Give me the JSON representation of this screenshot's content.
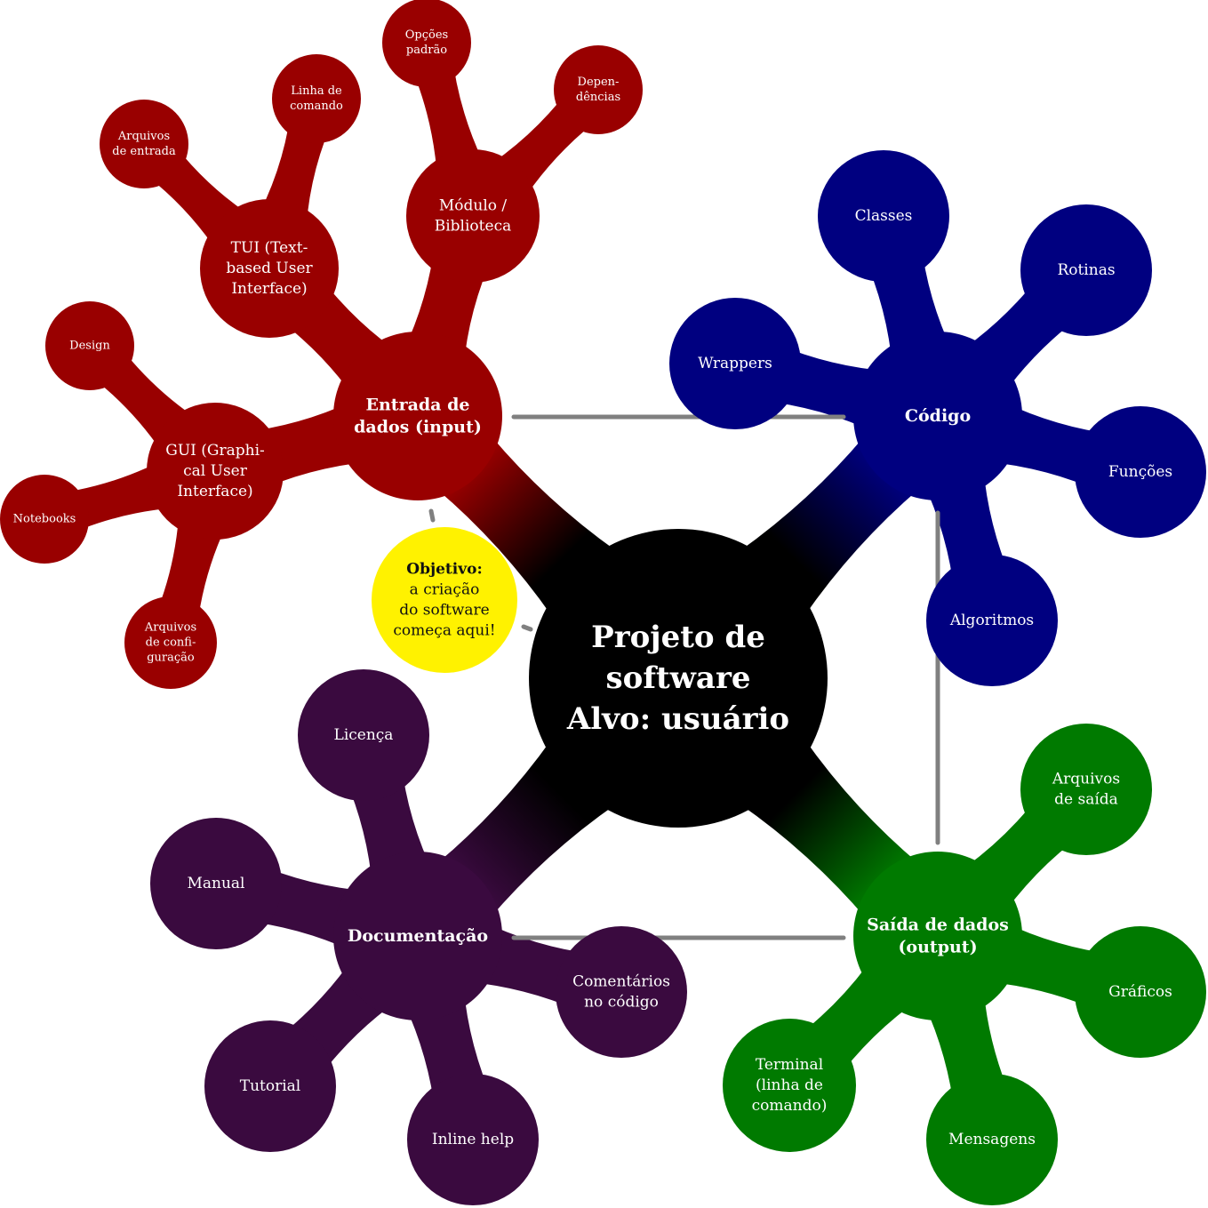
{
  "colors": {
    "center": "#000000",
    "input": "#990000",
    "code": "#000080",
    "output": "#007A00",
    "docs": "#3A0A3F",
    "objective": "#FFF200",
    "connector": "#808080",
    "text_light": "#FFFFFF",
    "text_dark": "#111111"
  },
  "center": {
    "lines": [
      "Projeto de",
      "software",
      "Alvo: usuário"
    ]
  },
  "objective": {
    "title": "Objetivo:",
    "lines": [
      "a criação",
      "do software",
      "começa aqui!"
    ]
  },
  "concepts": {
    "input": {
      "label": [
        "Entrada de",
        "dados (input)"
      ],
      "children": {
        "tui": {
          "label": [
            "TUI (Text-",
            "based User",
            "Interface)"
          ],
          "leaves": {
            "arquivos_entrada": [
              "Arquivos",
              "de entrada"
            ],
            "linha_comando": [
              "Linha de",
              "comando"
            ]
          }
        },
        "modulo": {
          "label": [
            "Módulo /",
            "Biblioteca"
          ],
          "leaves": {
            "opcoes_padrao": [
              "Opções",
              "padrão"
            ],
            "dependencias": [
              "Depen-",
              "dências"
            ]
          }
        },
        "gui": {
          "label": [
            "GUI (Graphi-",
            "cal User",
            "Interface)"
          ],
          "leaves": {
            "design": [
              "Design"
            ],
            "notebooks": [
              "Notebooks"
            ],
            "arquivos_config": [
              "Arquivos",
              "de confi-",
              "guração"
            ]
          }
        }
      }
    },
    "code": {
      "label": [
        "Código"
      ],
      "children": {
        "classes": [
          "Classes"
        ],
        "rotinas": [
          "Rotinas"
        ],
        "wrappers": [
          "Wrappers"
        ],
        "funcoes": [
          "Funções"
        ],
        "algoritmos": [
          "Algoritmos"
        ]
      }
    },
    "output": {
      "label": [
        "Saída de dados",
        "(output)"
      ],
      "children": {
        "arquivos_saida": [
          "Arquivos",
          "de saída"
        ],
        "graficos": [
          "Gráficos"
        ],
        "mensagens": [
          "Mensagens"
        ],
        "terminal": [
          "Terminal",
          "(linha de",
          "comando)"
        ]
      }
    },
    "docs": {
      "label": [
        "Documentação"
      ],
      "children": {
        "licenca": [
          "Licença"
        ],
        "manual": [
          "Manual"
        ],
        "comentarios": [
          "Comentários",
          "no código"
        ],
        "tutorial": [
          "Tutorial"
        ],
        "inline_help": [
          "Inline help"
        ]
      }
    }
  }
}
